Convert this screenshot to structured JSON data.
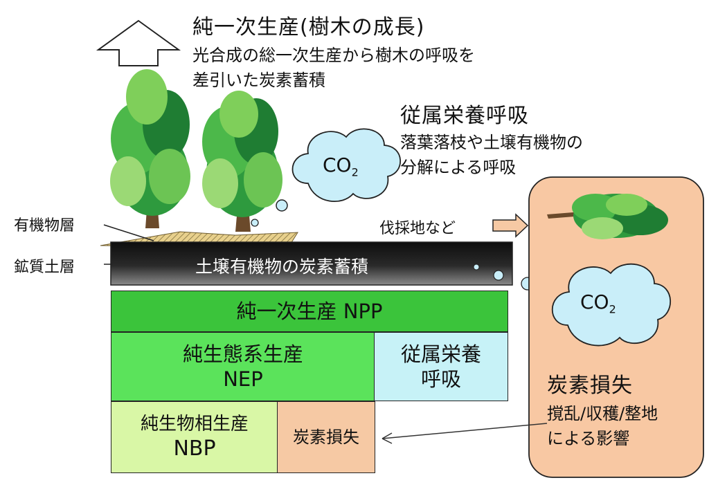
{
  "npp_header": {
    "title": "純一次生産(樹木の成長)",
    "desc_line1": "光合成の総一次生産から樹木の呼吸を",
    "desc_line2": "差引いた炭素蓄積"
  },
  "heterotrophic": {
    "title": "従属栄養呼吸",
    "desc_line1": "落葉落枝や土壌有機物の",
    "desc_line2": "分解による呼吸"
  },
  "co2_label": "CO",
  "co2_sub": "2",
  "labels": {
    "organic_layer": "有機物層",
    "mineral_soil": "鉱質土層",
    "soil_carbon": "土壌有機物の炭素蓄積",
    "harvest": "伐採地など"
  },
  "boxes": {
    "npp": "純一次生産 NPP",
    "nep_line1": "純生態系生産",
    "nep_line2": "NEP",
    "rh_line1": "従属栄養",
    "rh_line2": "呼吸",
    "nbp_line1": "純生物相生産",
    "nbp_line2": "NBP",
    "loss": "炭素損失"
  },
  "side_panel": {
    "title": "炭素損失",
    "desc_line1": "撹乱/収穫/整地",
    "desc_line2": "による影響"
  },
  "colors": {
    "npp_box": "#3bc43b",
    "nep_box": "#5be35b",
    "rh_box": "#c7f2f7",
    "nbp_box": "#d9f7a6",
    "loss_box": "#f6c9a4",
    "side_panel": "#f8c8a3",
    "co2_cloud": "#c9eef9",
    "soil": "#1e1e1e"
  }
}
